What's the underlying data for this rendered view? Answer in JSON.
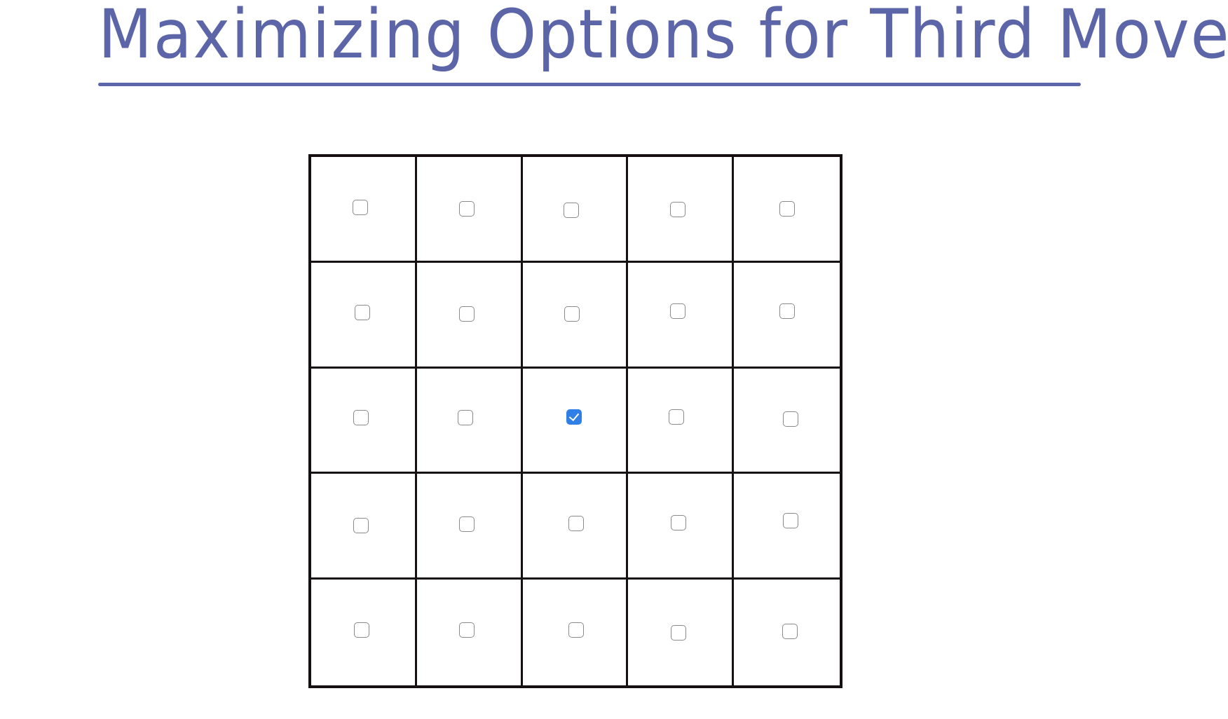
{
  "title": "Maximizing Options for Third Move",
  "colors": {
    "title_ink": "#5b65a8",
    "grid_line": "#161013",
    "checkbox_border": "#8a8a8a",
    "checkbox_checked": "#2f7fe6"
  },
  "board": {
    "rows": 5,
    "cols": 5,
    "checked": [
      [
        false,
        false,
        false,
        false,
        false
      ],
      [
        false,
        false,
        false,
        false,
        false
      ],
      [
        false,
        false,
        true,
        false,
        false
      ],
      [
        false,
        false,
        false,
        false,
        false
      ],
      [
        false,
        false,
        false,
        false,
        false
      ]
    ]
  }
}
